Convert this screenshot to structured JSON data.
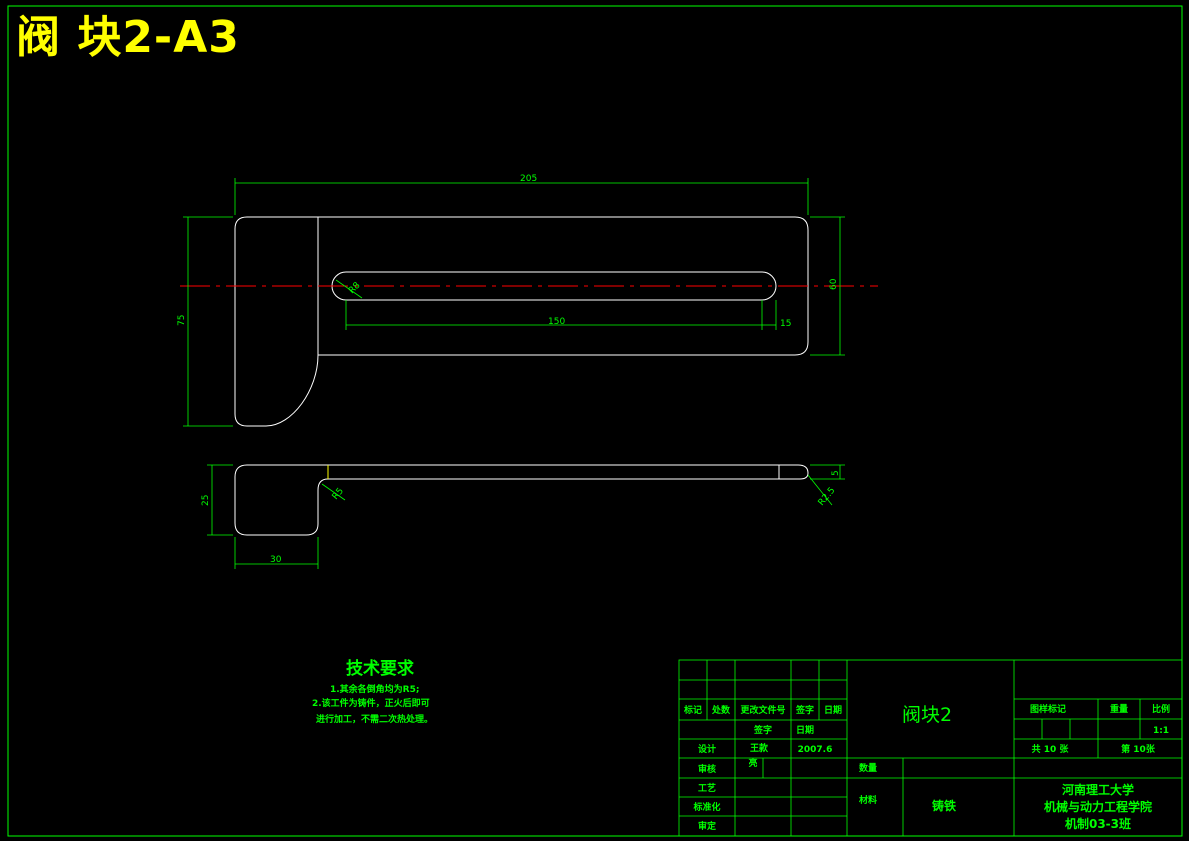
{
  "sheet_title": "阀 块2-A3",
  "colors": {
    "background": "#000000",
    "frame": "#00ff00",
    "part_outline": "#ffffff",
    "center_line": "#ff0000",
    "title_text": "#ffff00",
    "table_text": "#00ff00"
  },
  "dimensions": {
    "overall_length": "205",
    "slot_length": "150",
    "slot_end": "15",
    "slot_radius": "R8",
    "total_height": "75",
    "upper_height": "60",
    "side_height": "25",
    "side_width": "30",
    "thickness": "5",
    "fillet_a": "R5",
    "fillet_b": "R2.5"
  },
  "tech_requirements": {
    "heading": "技术要求",
    "line1": "1.其余各倒角均为R5;",
    "line2": "2.该工件为铸件，正火后即可",
    "line3": "进行加工，不需二次热处理。"
  },
  "title_block": {
    "col_mark": "标记",
    "col_count": "处数",
    "col_change_doc": "更改文件号",
    "col_sign": "签字",
    "col_date": "日期",
    "row_sign": "签字",
    "row_date": "日期",
    "design": "设计",
    "designer_line1": "王款",
    "designer_line2": "亮",
    "design_date": "2007.6",
    "review": "审核",
    "process": "工艺",
    "standardization": "标准化",
    "approve": "审定",
    "part_name": "阀块2",
    "quantity_label": "数量",
    "material_label": "材料",
    "material_value": "铸铁",
    "drawing_mark": "图样标记",
    "weight": "重量",
    "scale_label": "比例",
    "scale_value": "1:1",
    "total_sheets": "共 10 张",
    "sheet_no": "第 10张",
    "school_line1": "河南理工大学",
    "school_line2": "机械与动力工程学院",
    "school_line3": "机制03-3班"
  }
}
